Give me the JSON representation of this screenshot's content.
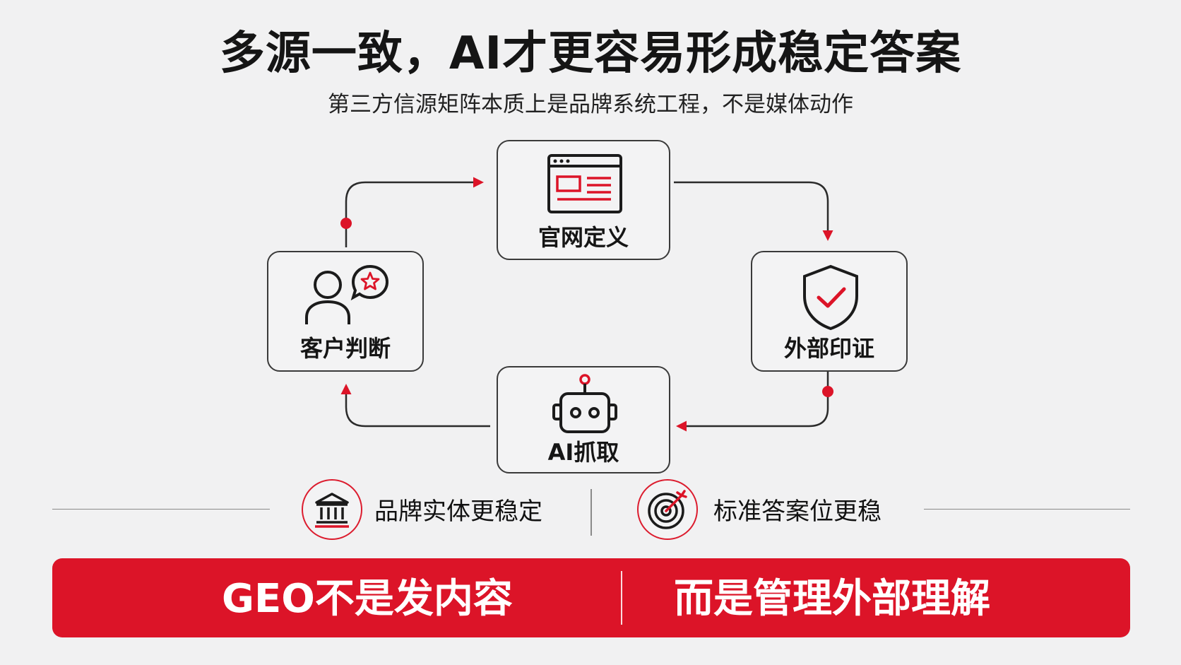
{
  "header": {
    "title": "多源一致，AI才更容易形成稳定答案",
    "subtitle": "第三方信源矩阵本质上是品牌系统工程，不是媒体动作"
  },
  "cycle": {
    "nodes": [
      {
        "label": "官网定义",
        "icon": "webpage-icon"
      },
      {
        "label": "外部印证",
        "icon": "shield-check-icon"
      },
      {
        "label": "AI抓取",
        "icon": "robot-icon"
      },
      {
        "label": "客户判断",
        "icon": "user-review-icon"
      }
    ],
    "flow_direction": "clockwise"
  },
  "benefits": [
    {
      "label": "品牌实体更稳定",
      "icon": "institution-icon"
    },
    {
      "label": "标准答案位更稳",
      "icon": "target-icon"
    }
  ],
  "banner": {
    "left": "GEO不是发内容",
    "right": "而是管理外部理解"
  },
  "colors": {
    "accent": "#dc1428",
    "text": "#151515",
    "background": "#f1f1f2",
    "line": "#3a3a3a"
  }
}
